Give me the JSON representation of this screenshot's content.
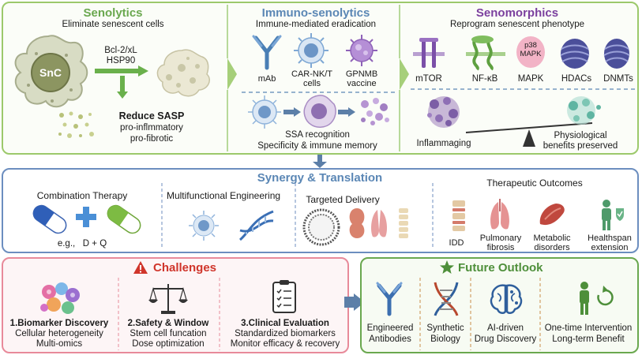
{
  "top": {
    "senolytics": {
      "title": "Senolytics",
      "subtitle": "Eliminate senescent cells",
      "cell_label": "SnC",
      "drug_line1": "Bcl-2/xL",
      "drug_line2": "HSP90",
      "outcome_title": "Reduce SASP",
      "outcome_line1": "pro-inflmmatory",
      "outcome_line2": "pro-fibrotic"
    },
    "immuno": {
      "title": "Immuno-senolytics",
      "subtitle": "Immune-mediated eradication",
      "items": [
        {
          "label": "mAb"
        },
        {
          "label_line1": "CAR-NK/T",
          "label_line2": "cells"
        },
        {
          "label_line1": "GPNMB",
          "label_line2": "vaccine"
        }
      ],
      "footer_line1": "SSA recognition",
      "footer_line2": "Specificity & immune memory"
    },
    "senomorphics": {
      "title": "Senomorphics",
      "subtitle": "Reprogram senescent phenotype",
      "targets": [
        "mTOR",
        "NF-κB",
        "MAPK",
        "HDACs",
        "DNMTs"
      ],
      "p38_line1": "p38",
      "p38_line2": "MAPK",
      "balance_left": "Inflammaging",
      "balance_right_line1": "Physiological",
      "balance_right_line2": "benefits preserved"
    }
  },
  "synergy": {
    "title": "Synergy & Translation",
    "combination": {
      "title": "Combination Therapy",
      "example": "e.g.,   D + Q"
    },
    "engineering": {
      "title": "Multifunctional Engineering"
    },
    "delivery": {
      "title": "Targeted Delivery"
    },
    "outcomes": {
      "title": "Therapeutic Outcomes",
      "items": [
        {
          "line1": "IDD",
          "line2": ""
        },
        {
          "line1": "Pulmonary",
          "line2": "fibrosis"
        },
        {
          "line1": "Metabolic",
          "line2": "disorders"
        },
        {
          "line1": "Healthspan",
          "line2": "extension"
        }
      ]
    }
  },
  "challenges": {
    "title": "Challenges",
    "items": [
      {
        "title": "1.Biomarker Discovery",
        "line1": "Cellular heterogeneity",
        "line2": "Multi-omics"
      },
      {
        "title": "2.Safety & Window",
        "line1": "Stem cell funcation",
        "line2": "Dose optimization"
      },
      {
        "title": "3.Clinical Evaluation",
        "line1": "Standardized biomarkers",
        "line2": "Monitor efficacy & recovery"
      }
    ]
  },
  "outlook": {
    "title": "Future Outlook",
    "items": [
      {
        "line1": "Engineered",
        "line2": "Antibodies"
      },
      {
        "line1": "Synthetic",
        "line2": "Biology"
      },
      {
        "line1": "AI-driven",
        "line2": "Drug Discovery"
      },
      {
        "line1": "One-time Intervention",
        "line2": "Long-term Benefit"
      }
    ]
  },
  "colors": {
    "green_border": "#8cc152",
    "green_title": "#6aa84f",
    "blue_border": "#6c8ebf",
    "blue_title": "#5b87b5",
    "purple_title": "#7b3f9e",
    "red_border": "#e88a9a",
    "red_title": "#d0352b",
    "outlook_border": "#6aa84f"
  }
}
